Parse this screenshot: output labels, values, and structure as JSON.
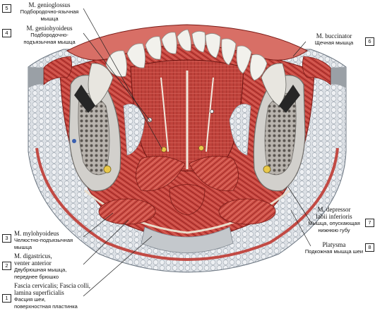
{
  "labels": [
    {
      "num": "5",
      "latin": "M. genioglossus",
      "russian": "Подбородочно-язычная\nмышца"
    },
    {
      "num": "4",
      "latin": "M. geniohyoideus",
      "russian": "Подбородочно-\nподъязычная мышца"
    },
    {
      "num": "6",
      "latin": "M. buccinator",
      "russian": "Щечная мышца"
    },
    {
      "num": "7",
      "latin": "M. depressor\nlabii inferioris",
      "russian": "Мышца, опускающая\nнижнюю губу"
    },
    {
      "num": "8",
      "latin": "Platysma",
      "russian": "Подкожная мышца шеи"
    },
    {
      "num": "3",
      "latin": "M. mylohyoideus",
      "russian": "Челюстно-подъязычная\nмышца"
    },
    {
      "num": "2",
      "latin": "M. digastricus,\nventer anterior",
      "russian": "Двубрюшная мышца,\nпереднее брюшко"
    },
    {
      "num": "1",
      "latin": "Fascia cervicalis; Fascia colli,\nlamina superficialis",
      "russian": "Фасция шеи,\nповерхностная пластинка"
    }
  ]
}
